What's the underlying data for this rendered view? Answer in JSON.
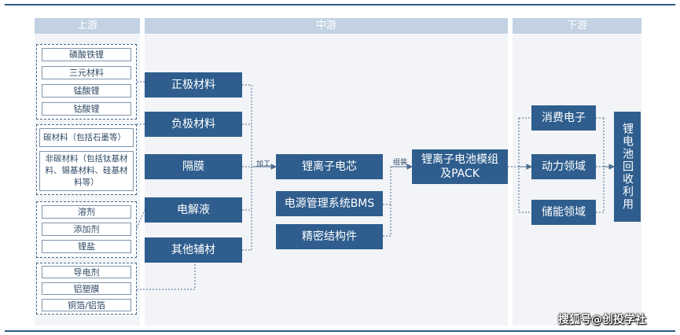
{
  "sections": {
    "upstream": "上游",
    "midstream": "中游",
    "downstream": "下游"
  },
  "upstream_groups": [
    [
      "磷酸铁锂",
      "三元材料",
      "锰酸锂",
      "钴酸锂"
    ],
    [
      "碳材料（包括石墨等）",
      "非碳材料（包括钛基材料、锡基材料、硅基材料等）"
    ],
    [
      "溶剂",
      "添加剂",
      "锂盐"
    ],
    [
      "导电剂",
      "铝塑膜",
      "铜箔/铝箔"
    ]
  ],
  "materials": [
    "正极材料",
    "负极材料",
    "隔膜",
    "电解液",
    "其他辅材"
  ],
  "processes": {
    "process": "加工",
    "assembly": "组装"
  },
  "midstream": {
    "cell": "锂离子电芯",
    "bms": "电源管理系统BMS",
    "structure": "精密结构件",
    "module": "锂离子电池模组及PACK"
  },
  "applications": [
    "消费电子",
    "动力领域",
    "储能领域"
  ],
  "recycle": "锂电池回收利用",
  "watermark": "搜狐号@创投学社",
  "colors": {
    "box": "#2f5e8e",
    "header": "#c2d2e2",
    "panel": "#f2f4f7",
    "line": "#2e5a86"
  }
}
